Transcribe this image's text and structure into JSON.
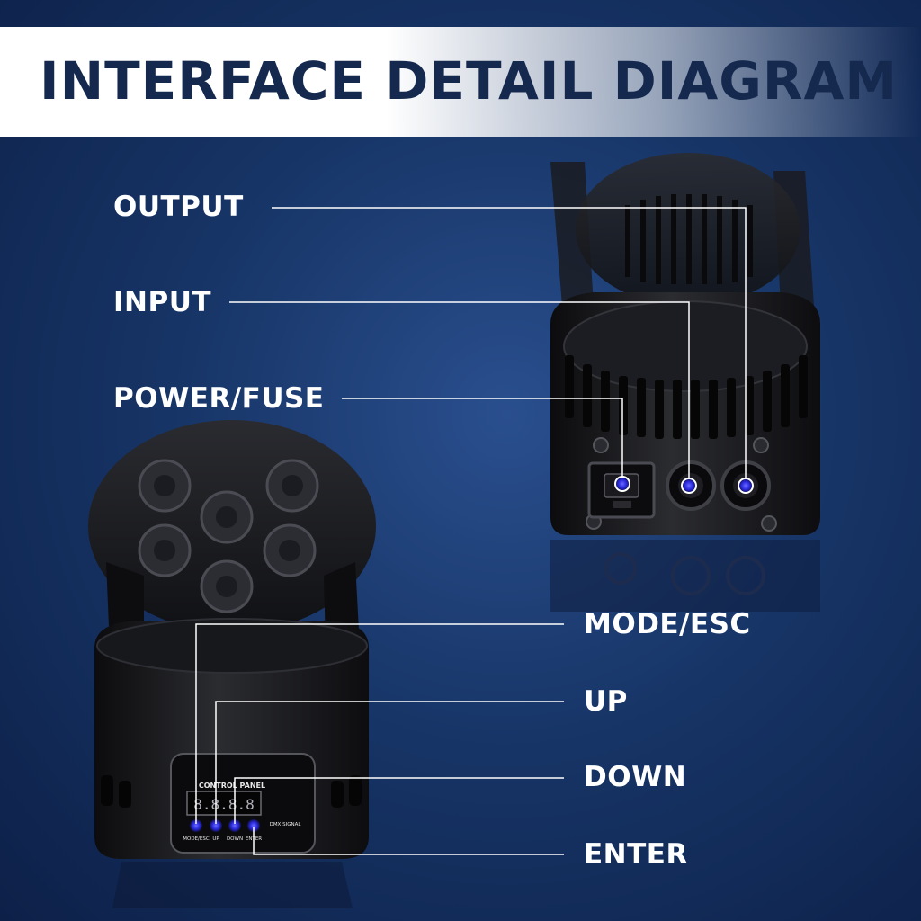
{
  "title": "INTERFACE DETAIL DIAGRAM",
  "labels": {
    "output": "OUTPUT",
    "input": "INPUT",
    "power_fuse": "POWER/FUSE",
    "mode_esc": "MODE/ESC",
    "up": "UP",
    "down": "DOWN",
    "enter": "ENTER"
  },
  "control_panel": {
    "heading": "CONTROL PANEL",
    "display": "8.8.8.8",
    "buttons": [
      "MODE/ESC",
      "UP",
      "DOWN",
      "ENTER"
    ],
    "signal": "DMX SIGNAL"
  },
  "colors": {
    "background": "#173567",
    "title_text": "#15294f",
    "label_text": "#ffffff",
    "callout_line": "#ffffff",
    "led_blue": "#3b3bff"
  }
}
